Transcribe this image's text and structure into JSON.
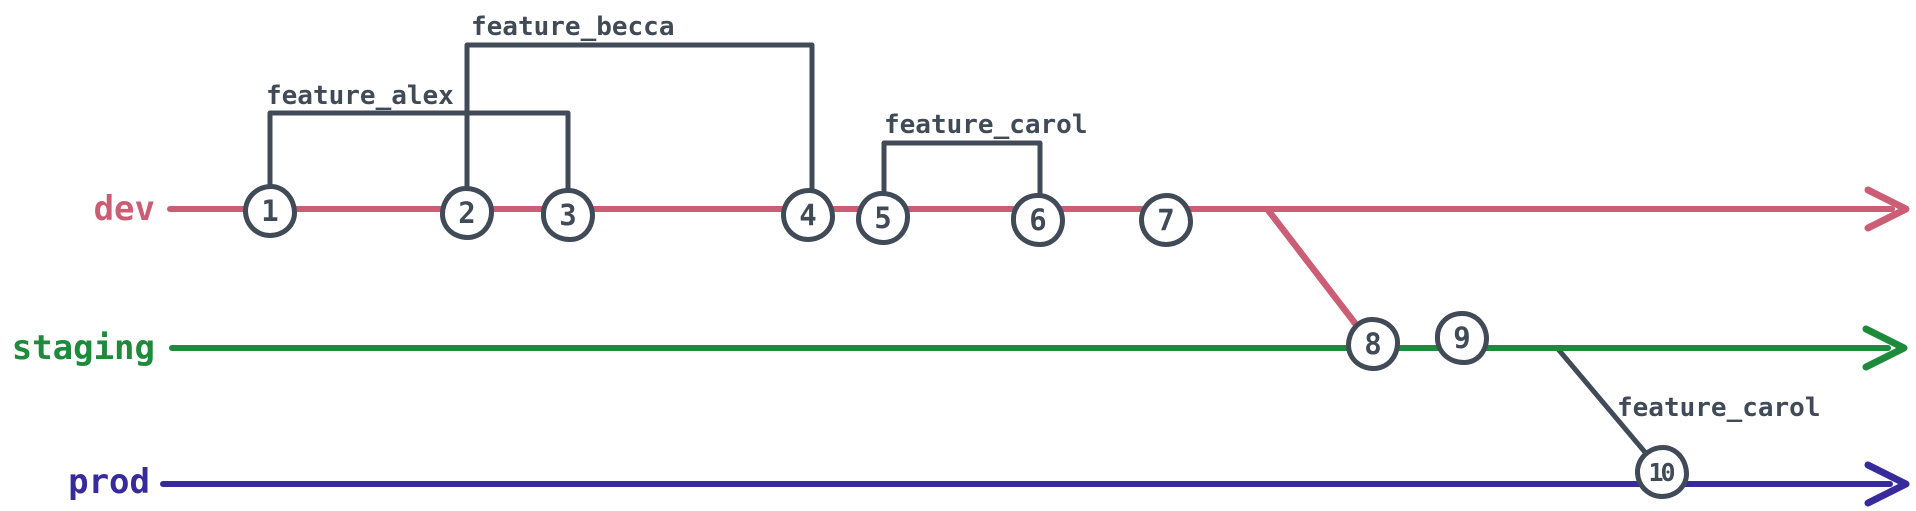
{
  "diagram": {
    "background_color": "#ffffff",
    "stroke_color": "#414b57",
    "branches": [
      {
        "name": "dev",
        "color": "#cb5e75",
        "commits_on_branch": [
          "1",
          "2",
          "3",
          "4",
          "5",
          "6",
          "7"
        ]
      },
      {
        "name": "staging",
        "color": "#1d8a3c",
        "commits_on_branch": [
          "8",
          "9"
        ]
      },
      {
        "name": "prod",
        "color": "#372b9b",
        "commits_on_branch": [
          "10"
        ]
      }
    ],
    "commits": [
      "1",
      "2",
      "3",
      "4",
      "5",
      "6",
      "7",
      "8",
      "9",
      "10"
    ],
    "features": [
      {
        "label": "feature_alex",
        "spans_commits": [
          "1",
          "3"
        ]
      },
      {
        "label": "feature_becca",
        "spans_commits": [
          "2",
          "4"
        ]
      },
      {
        "label": "feature_carol",
        "spans_commits": [
          "5",
          "6"
        ]
      },
      {
        "label": "feature_carol",
        "merge_commit": "10"
      }
    ],
    "merges": [
      {
        "from": "dev",
        "to": "staging",
        "at_commit": "8"
      },
      {
        "from": "staging",
        "to": "prod",
        "at_commit": "10"
      }
    ]
  }
}
